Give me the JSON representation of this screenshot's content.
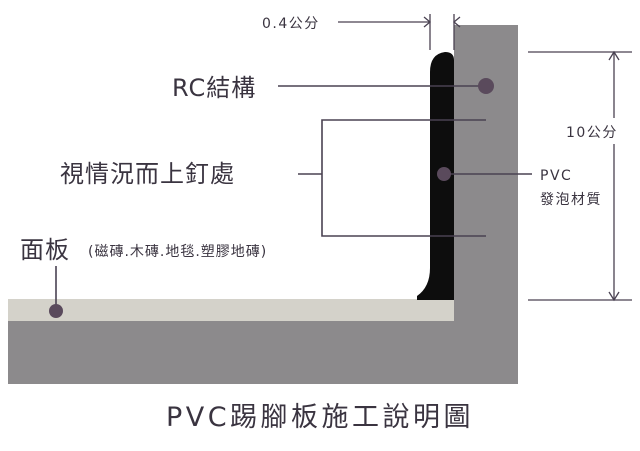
{
  "colors": {
    "wall": "#8c8a8c",
    "floor_base": "#8c8a8c",
    "floor_panel": "#d4d2ca",
    "skirting": "#0d0d0d",
    "marker": "#5a4a5c",
    "text": "#3a3440",
    "line": "#4a4252",
    "background": "#ffffff"
  },
  "labels": {
    "thickness_dimension": "0.4公分",
    "height_dimension": "10公分",
    "rc_structure": "RC結構",
    "nailing_zone": "視情況而上釘處",
    "panel_main": "面板",
    "panel_detail": "(磁磚.木磚.地毯.塑膠地磚)",
    "pvc_line1": "PVC",
    "pvc_line2": "發泡材質"
  },
  "title": "PVC踢腳板施工說明圖"
}
